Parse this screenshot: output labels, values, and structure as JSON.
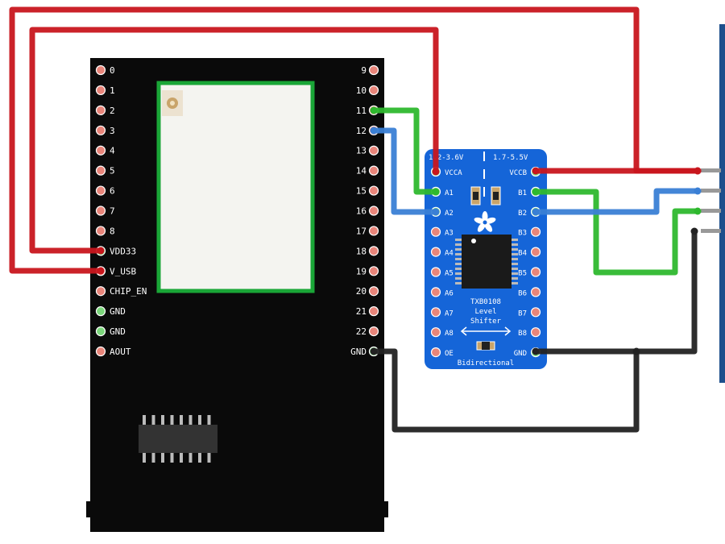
{
  "colors": {
    "wire_red": "#c8161d",
    "wire_green": "#2eb82e",
    "wire_blue": "#3a7fd5",
    "wire_black": "#222222",
    "board_black": "#0a0a0a",
    "shifter_blue": "#1565d8",
    "module_green": "#1aa637",
    "pad": "#e8857a",
    "pad_green": "#7bd67b"
  },
  "mcu": {
    "left_pins": [
      "0",
      "1",
      "2",
      "3",
      "4",
      "5",
      "6",
      "7",
      "8",
      "VDD33",
      "V_USB",
      "CHIP_EN",
      "GND",
      "GND",
      "AOUT"
    ],
    "right_pins": [
      "9",
      "10",
      "11",
      "12",
      "13",
      "14",
      "15",
      "16",
      "17",
      "18",
      "19",
      "20",
      "21",
      "22",
      "GND"
    ]
  },
  "shifter": {
    "left_pins": [
      "VCCA",
      "A1",
      "A2",
      "A3",
      "A4",
      "A5",
      "A6",
      "A7",
      "A8",
      "OE"
    ],
    "right_pins": [
      "VCCB",
      "B1",
      "B2",
      "B3",
      "B4",
      "B5",
      "B6",
      "B7",
      "B8",
      "GND"
    ],
    "voltage_left": "1.2-3.6V",
    "voltage_right": "1.7-5.5V",
    "chip_name": "TXB0108",
    "title_line1": "Level",
    "title_line2": "Shifter",
    "footer": "Bidirectional"
  }
}
